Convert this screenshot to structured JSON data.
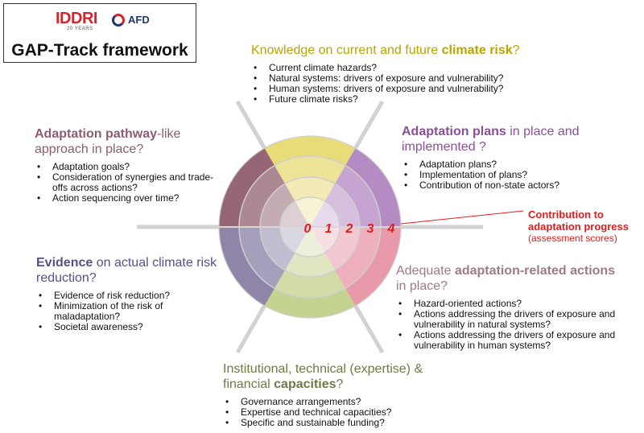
{
  "header": {
    "logo_iddri": "IDDRI",
    "logo_iddri_sub": "20 YEARS",
    "logo_afd": "AFD",
    "title": "GAP-Track framework"
  },
  "sections": {
    "knowledge": {
      "pre": "Knowledge on current and future ",
      "bold": "climate risk",
      "post": "?",
      "bullets": [
        "Current climate hazards?",
        "Natural systems: drivers of exposure and vulnerability?",
        "Human systems: drivers of exposure and vulnerability?",
        "Future climate risks?"
      ]
    },
    "plans": {
      "bold": "Adaptation plans",
      "post": " in place and implemented ?",
      "bullets": [
        "Adaptation plans?",
        "Implementation of plans?",
        "Contribution of non-state actors?"
      ]
    },
    "pathway": {
      "bold": "Adaptation pathway",
      "post": "-like approach in place?",
      "bullets": [
        "Adaptation goals?",
        "Consideration of synergies and trade-offs across actions?",
        "Action sequencing over time?"
      ]
    },
    "evidence": {
      "bold": "Evidence",
      "post": " on actual climate risk reduction?",
      "bullets": [
        "Evidence of risk reduction?",
        "Minimization of the risk of maladaptation?",
        "Societal awareness?"
      ]
    },
    "actions": {
      "pre": "Adequate ",
      "bold": "adaptation-related actions",
      "post": " in place?",
      "bullets": [
        "Hazard-oriented actions?",
        "Actions addressing the drivers of exposure and vulnerability in natural systems?",
        "Actions addressing the drivers of exposure and vulnerability in human systems?"
      ]
    },
    "capacities": {
      "pre": "Institutional, technical (expertise) & financial ",
      "bold": "capacities",
      "post": "?",
      "bullets": [
        "Governance arrangements?",
        "Expertise and technical capacities?",
        "Specific and sustainable funding?"
      ]
    }
  },
  "scores": [
    "0",
    "1",
    "2",
    "3",
    "4"
  ],
  "contribution": {
    "title_line1": "Contribution to",
    "title_line2": "adaptation progress",
    "subtitle": "(assessment scores)"
  },
  "colors": {
    "knowledge": "#e8db7a",
    "plans": "#b58bc4",
    "actions": "#e99aaa",
    "capacities": "#c4d38f",
    "evidence": "#8e85a9",
    "pathway": "#956775",
    "score_red": "#e41b1b"
  }
}
